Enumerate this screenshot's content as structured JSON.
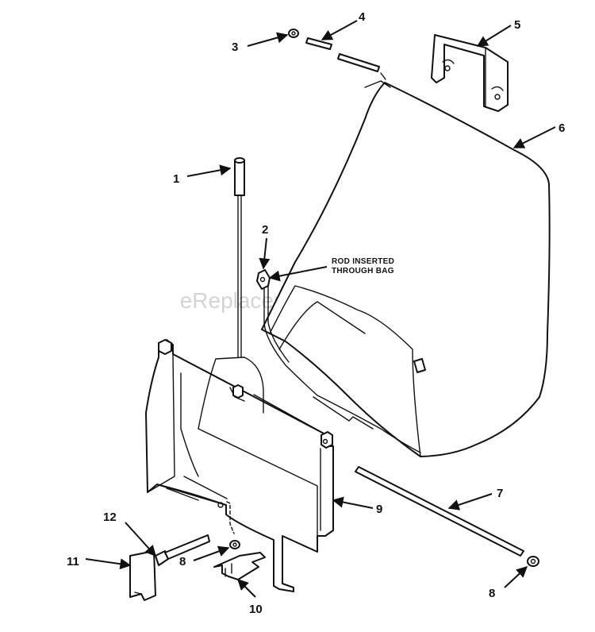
{
  "watermark": "eReplacementParts.com",
  "note": {
    "line1": "ROD INSERTED",
    "line2": "THROUGH BAG"
  },
  "callouts": {
    "c1": "1",
    "c2": "2",
    "c3": "3",
    "c4": "4",
    "c5": "5",
    "c6": "6",
    "c7": "7",
    "c8a": "8",
    "c8b": "8",
    "c9": "9",
    "c10": "10",
    "c11": "11",
    "c12": "12"
  },
  "colors": {
    "line": "#111111",
    "background": "#ffffff",
    "watermark": "#d4d4d4"
  }
}
